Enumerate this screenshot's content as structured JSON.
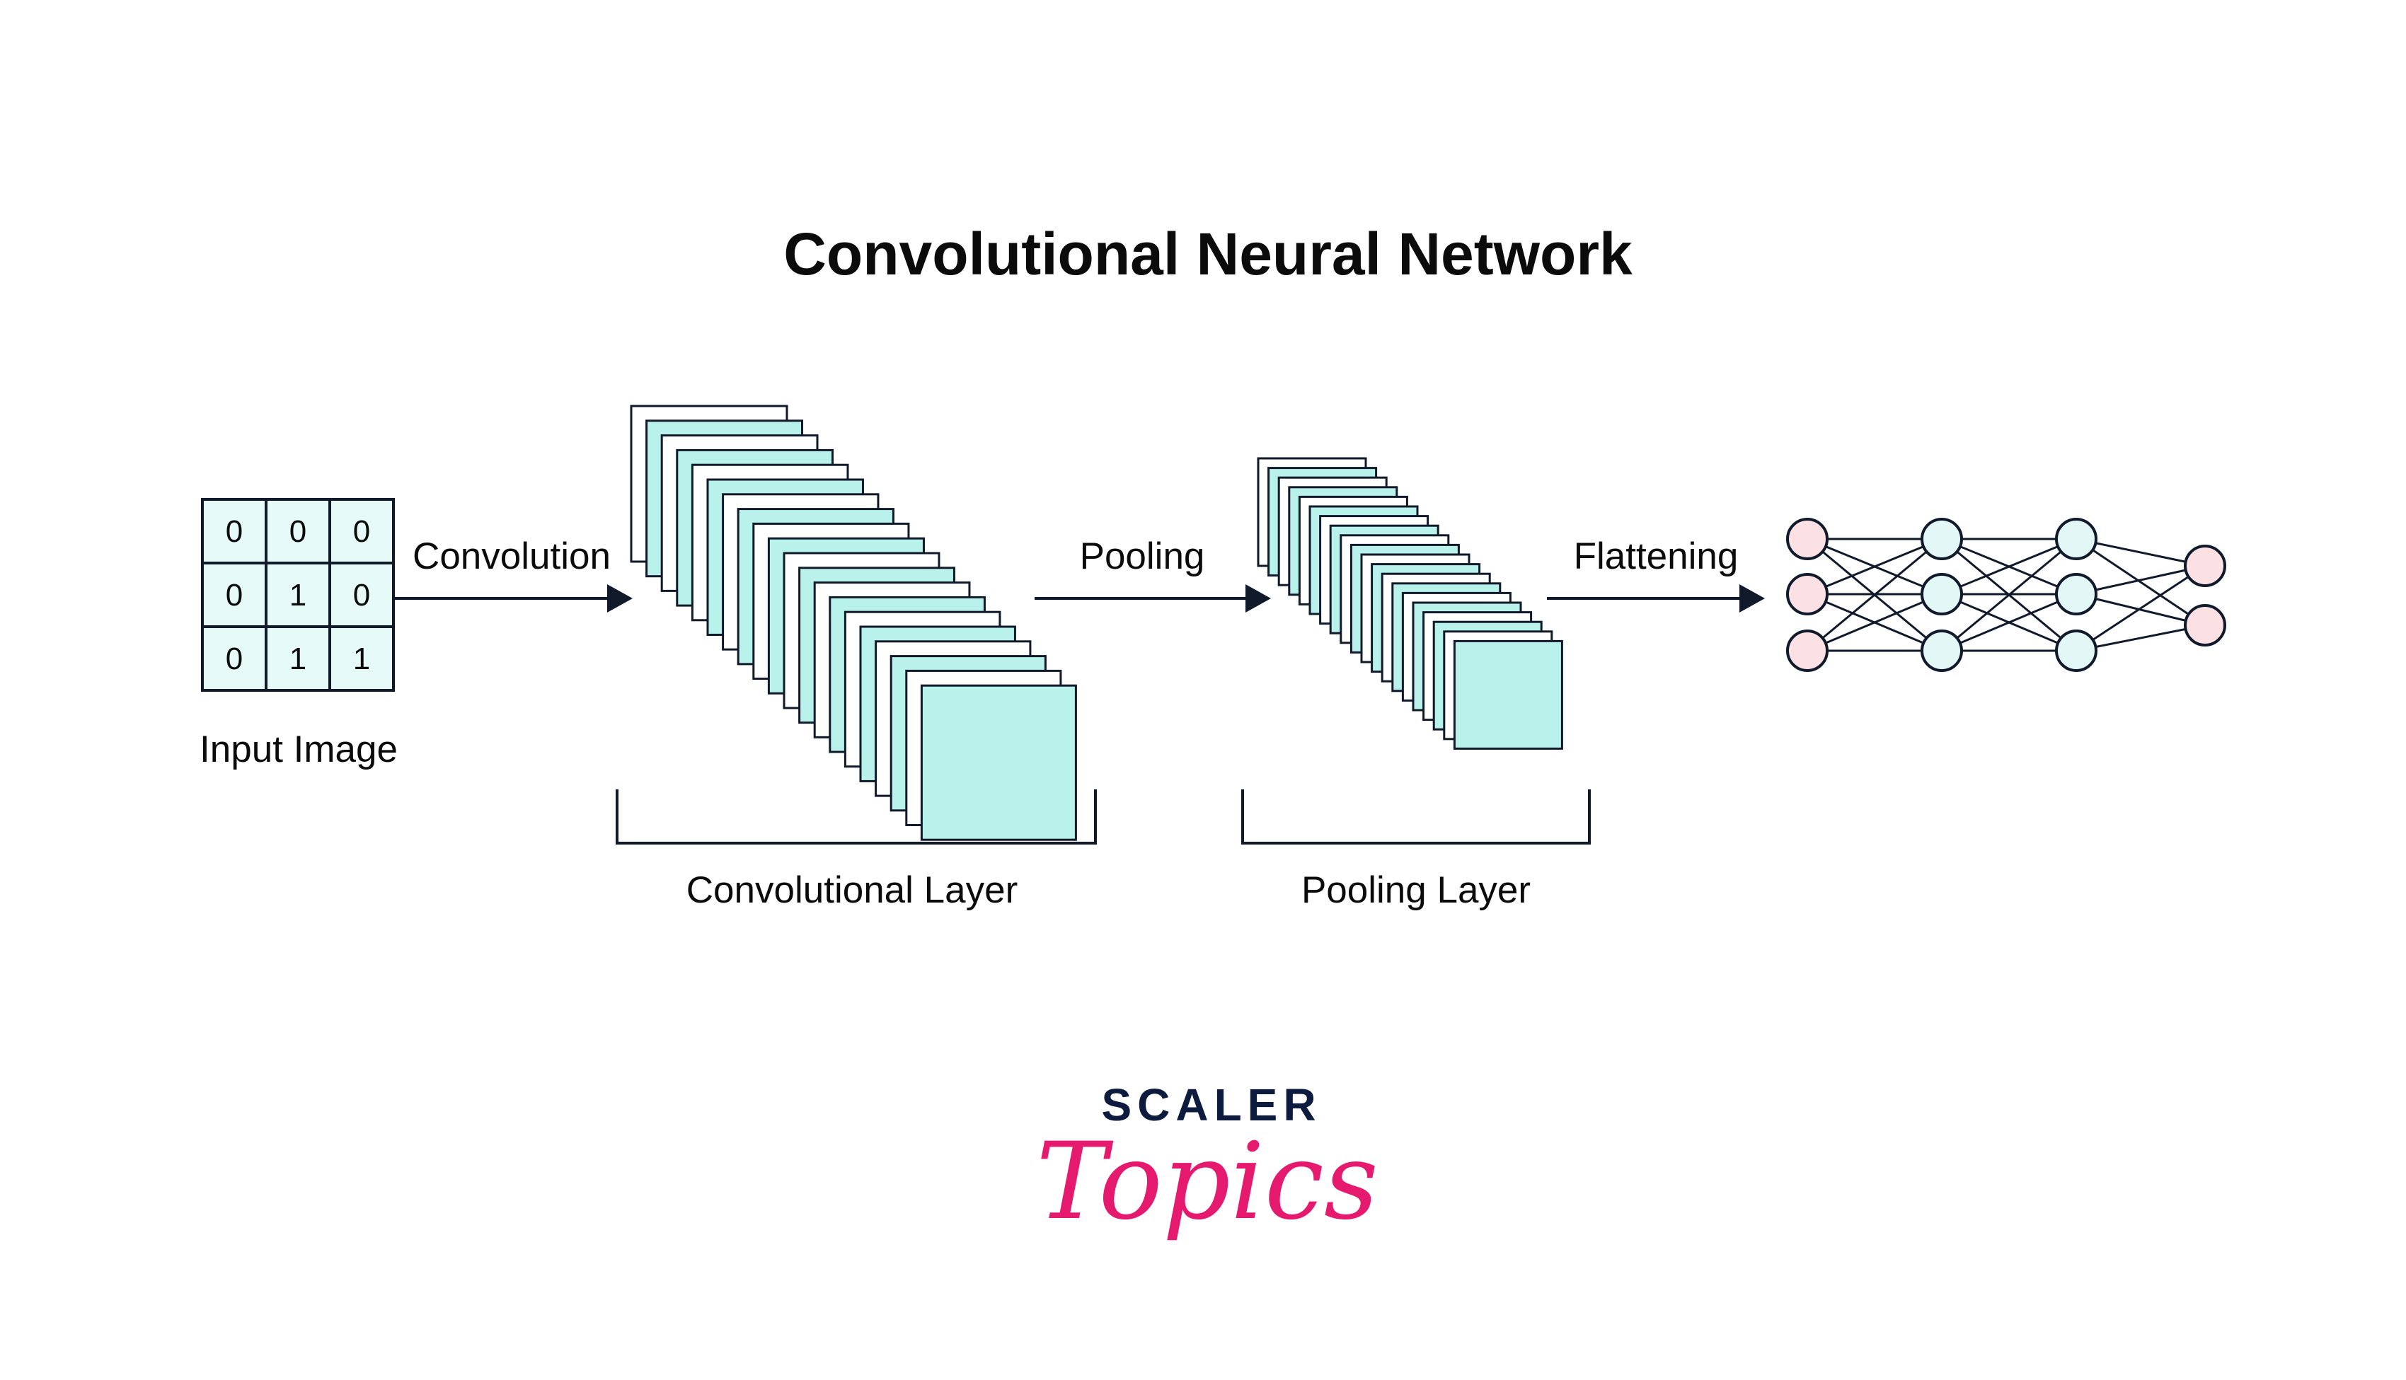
{
  "title": "Convolutional Neural Network",
  "input_image": {
    "label": "Input Image",
    "grid": [
      [
        "0",
        "0",
        "0"
      ],
      [
        "0",
        "1",
        "0"
      ],
      [
        "0",
        "1",
        "1"
      ]
    ]
  },
  "steps": {
    "convolution": "Convolution",
    "pooling": "Pooling",
    "flattening": "Flattening"
  },
  "layers": {
    "convolutional": "Convolutional Layer",
    "pooling": "Pooling Layer"
  },
  "network": {
    "layers": [
      3,
      3,
      3,
      2
    ]
  },
  "logo": {
    "top": "SCALER",
    "bottom": "Topics"
  },
  "colors": {
    "feature_map_fill": "#b8f2ea",
    "input_cell_fill": "#e6fbf8",
    "input_neuron_fill": "#fbe1e3",
    "hidden_neuron_fill": "#e3f8f6",
    "stroke": "#111a2b",
    "logo_navy": "#0d1b3e",
    "logo_pink": "#e5196e"
  },
  "icons": [
    "right-arrow-icon",
    "bracket-icon"
  ]
}
